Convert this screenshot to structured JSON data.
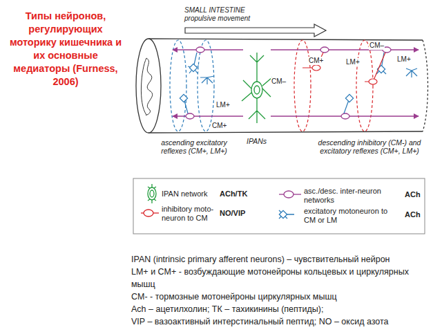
{
  "diagram": {
    "title": "Типы нейронов, регулирующих моторику кишечника и их основные медиаторы (Furness, 2006)",
    "labels": [
      "SMALL INTESTINE",
      "propulsive movement",
      "LM+",
      "CM+",
      "CM–",
      "CM+",
      "LM+",
      "CM–",
      "LM+",
      "IPANs",
      "ascending excitatory reflexes (CM+, LM+)",
      "descending inhibitory (CM-) and excitatory reflexes (CM+, LM+)",
      "ACh/TK",
      "NO/VIP",
      "ACh",
      "ACh",
      "IPAN (intrinsic primary afferent neurons) – чувствительный нейрон",
      "LM+ и CM+ - возбуждающие мотонейроны кольцевых и циркулярных мышц",
      "CМ- - тормозные мотонейроны циркулярных мышц",
      "Ach – ацетилхолин; ТК – тахикинины (пептиды);",
      "VIP – вазоактивный интерстинальный пептид; NO – оксид азота"
    ],
    "legend": [
      {
        "text": "IPAN network"
      },
      {
        "text": "inhibitory moto-neuron to CM"
      },
      {
        "text": "asc./desc. inter-neuron networks"
      },
      {
        "text": "excitatory motoneuron to CM or LM"
      }
    ]
  }
}
